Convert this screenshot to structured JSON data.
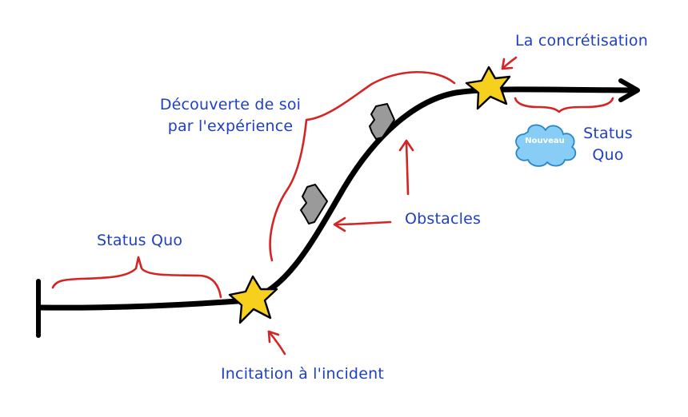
{
  "diagram": {
    "labels": {
      "status_quo_start": "Status Quo",
      "inciting_incident": "Incitation à l'incident",
      "self_discovery_line1": "Découverte de soi",
      "self_discovery_line2": "par l'expérience",
      "obstacles": "Obstacles",
      "realization": "La concrétisation",
      "status_quo_end_line1": "Status",
      "status_quo_end_line2": "Quo",
      "new_cloud": "Nouveau"
    },
    "colors": {
      "path": "#000000",
      "brace": "#d42424",
      "arrow": "#d42424",
      "text": "#1f3fc4",
      "star_fill": "#f7cf1d",
      "obstacle_fill": "#9a9a9a",
      "cloud_fill": "#87cdf5",
      "cloud_stroke": "#2b86c9"
    },
    "icons": [
      "star-icon",
      "obstacle-icon",
      "cloud-icon",
      "arrow-icon"
    ]
  }
}
